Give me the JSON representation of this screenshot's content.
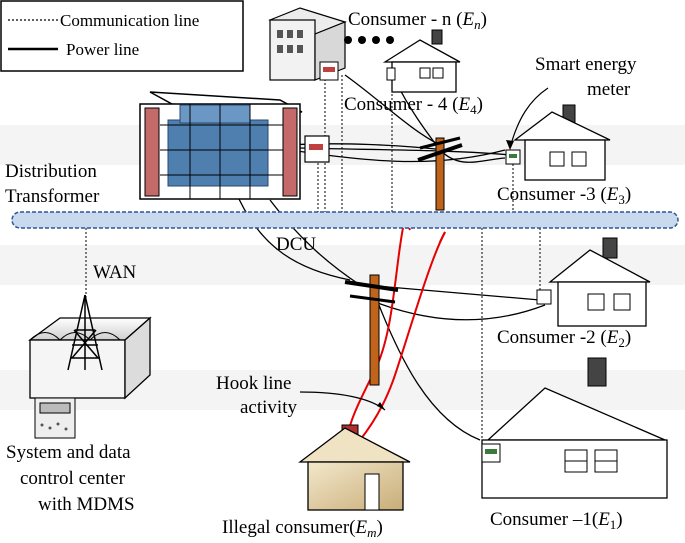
{
  "legend": {
    "communication": "Communication line",
    "power": "Power line"
  },
  "labels": {
    "consumer_n": "Consumer - n (",
    "consumer_n_sym": "E",
    "consumer_n_sub": "n",
    "consumer_4": "Consumer - 4 (",
    "consumer_4_sym": "E",
    "consumer_4_sub": "4",
    "smart_meter_1": "Smart energy",
    "smart_meter_2": "meter",
    "transformer_1": "Distribution",
    "transformer_2": "Transformer",
    "consumer_3": "Consumer -3 (",
    "consumer_3_sym": "E",
    "consumer_3_sub": "3",
    "dcu": "DCU",
    "wan": "WAN",
    "consumer_2": "Consumer -2 (",
    "consumer_2_sym": "E",
    "consumer_2_sub": "2",
    "hook_1": "Hook line",
    "hook_2": "activity",
    "control_1": "System and data",
    "control_2": "control center",
    "control_3": "with MDMS",
    "illegal": "Illegal consumer(",
    "illegal_sym": "E",
    "illegal_sub": "m",
    "consumer_1": "Consumer –1(",
    "consumer_1_sym": "E",
    "consumer_1_sub": "1"
  },
  "colors": {
    "bus_fill": "#c9d9ee",
    "bus_stroke": "#2f5597",
    "hook_line": "#e60000",
    "pole": "#c0641c",
    "transformer_frame": "#c46a6a",
    "transformer_body": "#4f7fae",
    "house_illegal": "#e6d5b0"
  }
}
